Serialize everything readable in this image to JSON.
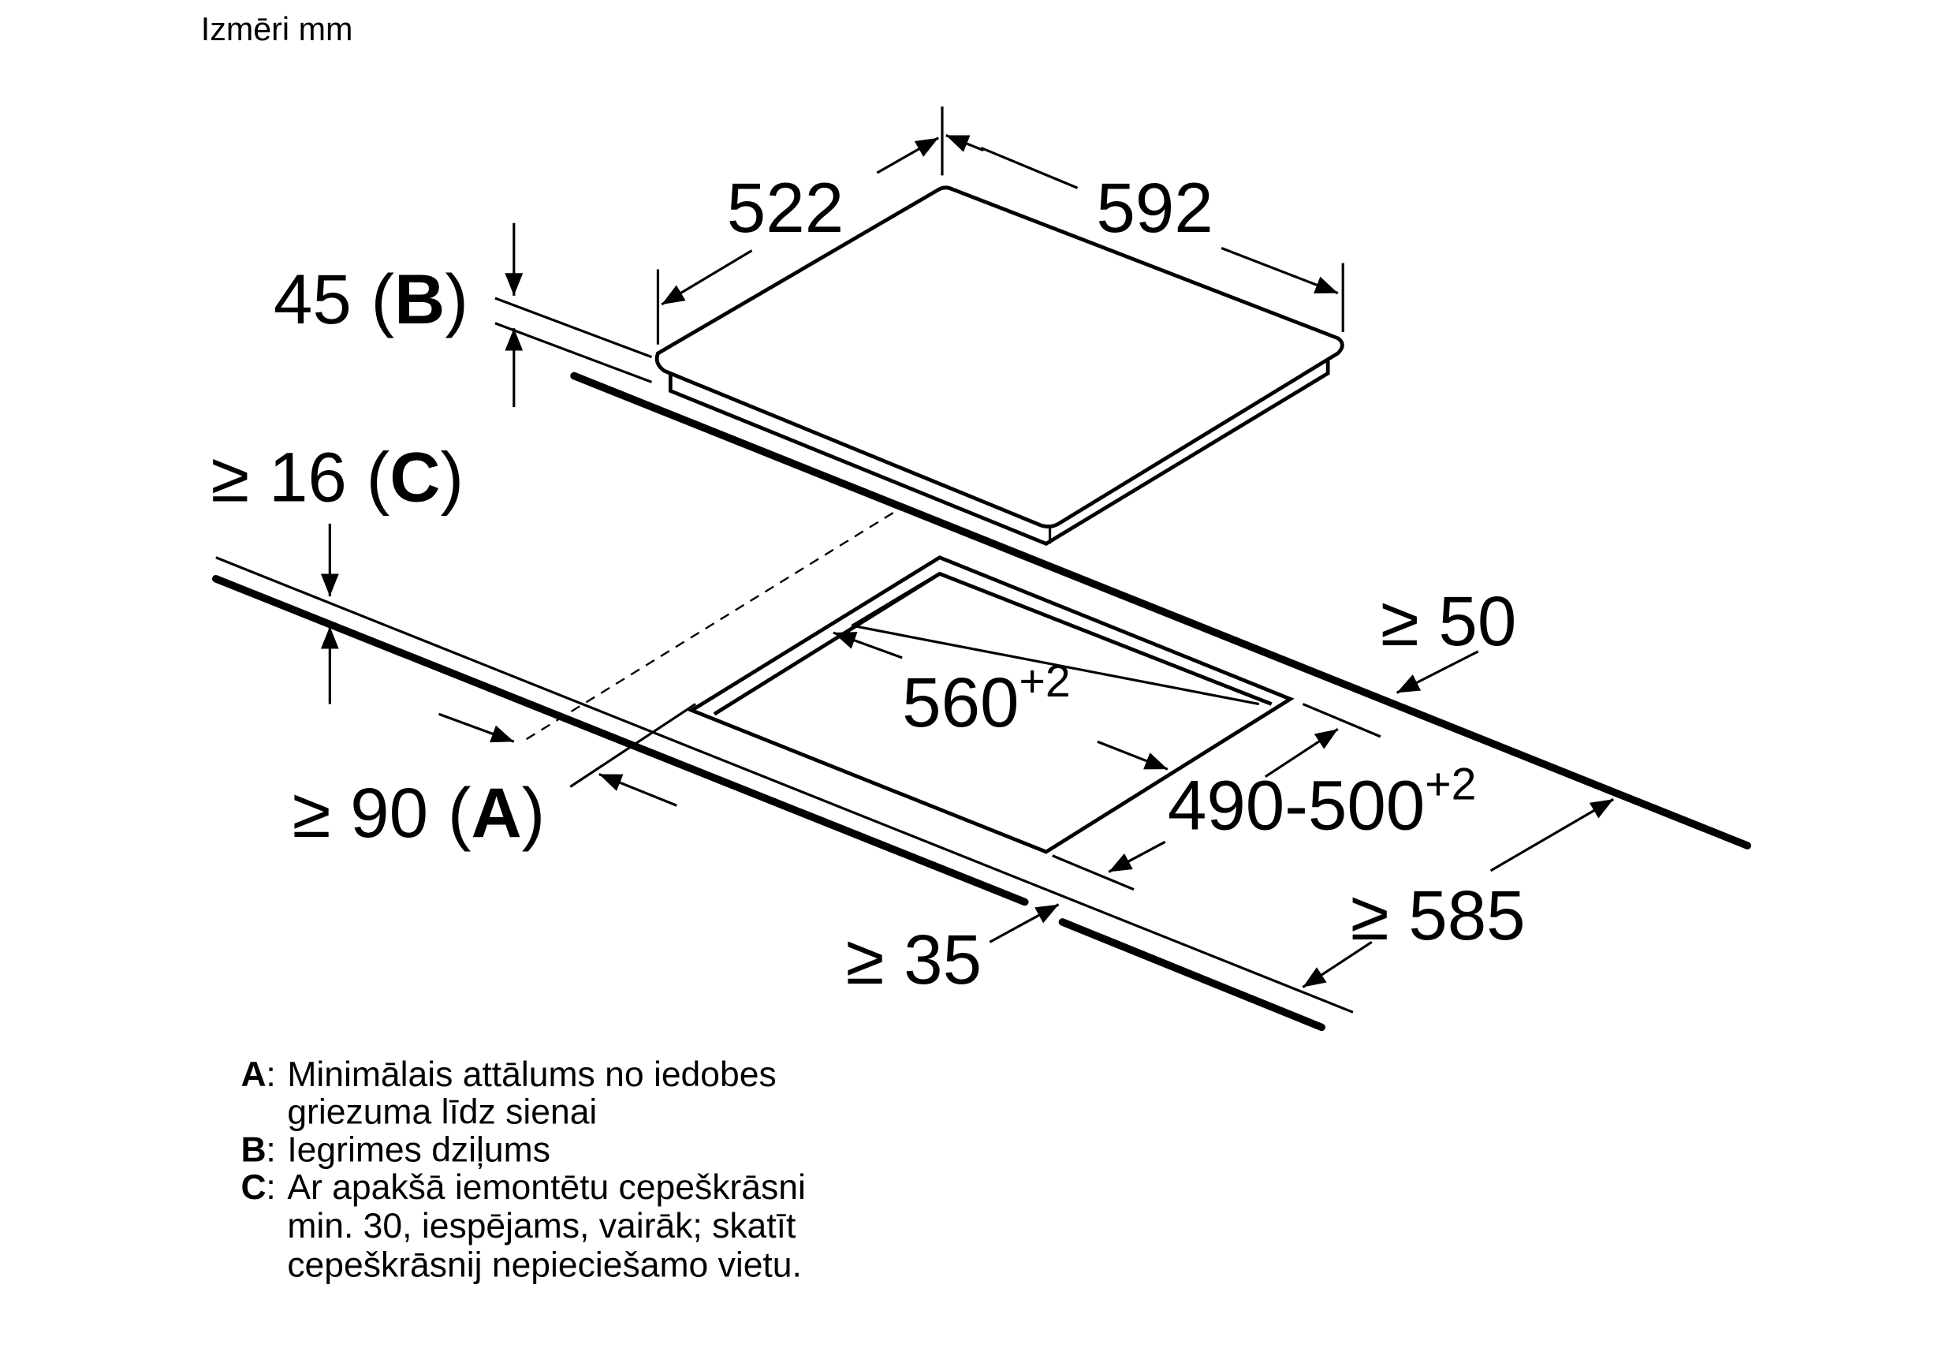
{
  "title": "Izmēri mm",
  "dimensions": {
    "depth": "522",
    "width": "592",
    "recess_depth": "45",
    "recess_letter": "B",
    "worktop_min": "≥ 16",
    "worktop_letter": "C",
    "rear_min": "≥ 50",
    "cutout_width": "560",
    "cutout_width_tol": "+2",
    "cutout_depth": "490-500",
    "cutout_depth_tol": "+2",
    "wall_min": "≥ 90",
    "wall_letter": "A",
    "worktop_depth_min": "≥ 585",
    "front_min": "≥ 35"
  },
  "legend": [
    {
      "letter": "A",
      "lines": [
        "Minimālais attālums no iedobes",
        "griezuma līdz sienai"
      ]
    },
    {
      "letter": "B",
      "lines": [
        "Iegrimes dziļums"
      ]
    },
    {
      "letter": "C",
      "lines": [
        "Ar apakšā iemontētu cepeškrāsni",
        "min. 30, iespējams, vairāk; skatīt",
        "cepeškrāsnij nepieciešamo vietu."
      ]
    }
  ]
}
